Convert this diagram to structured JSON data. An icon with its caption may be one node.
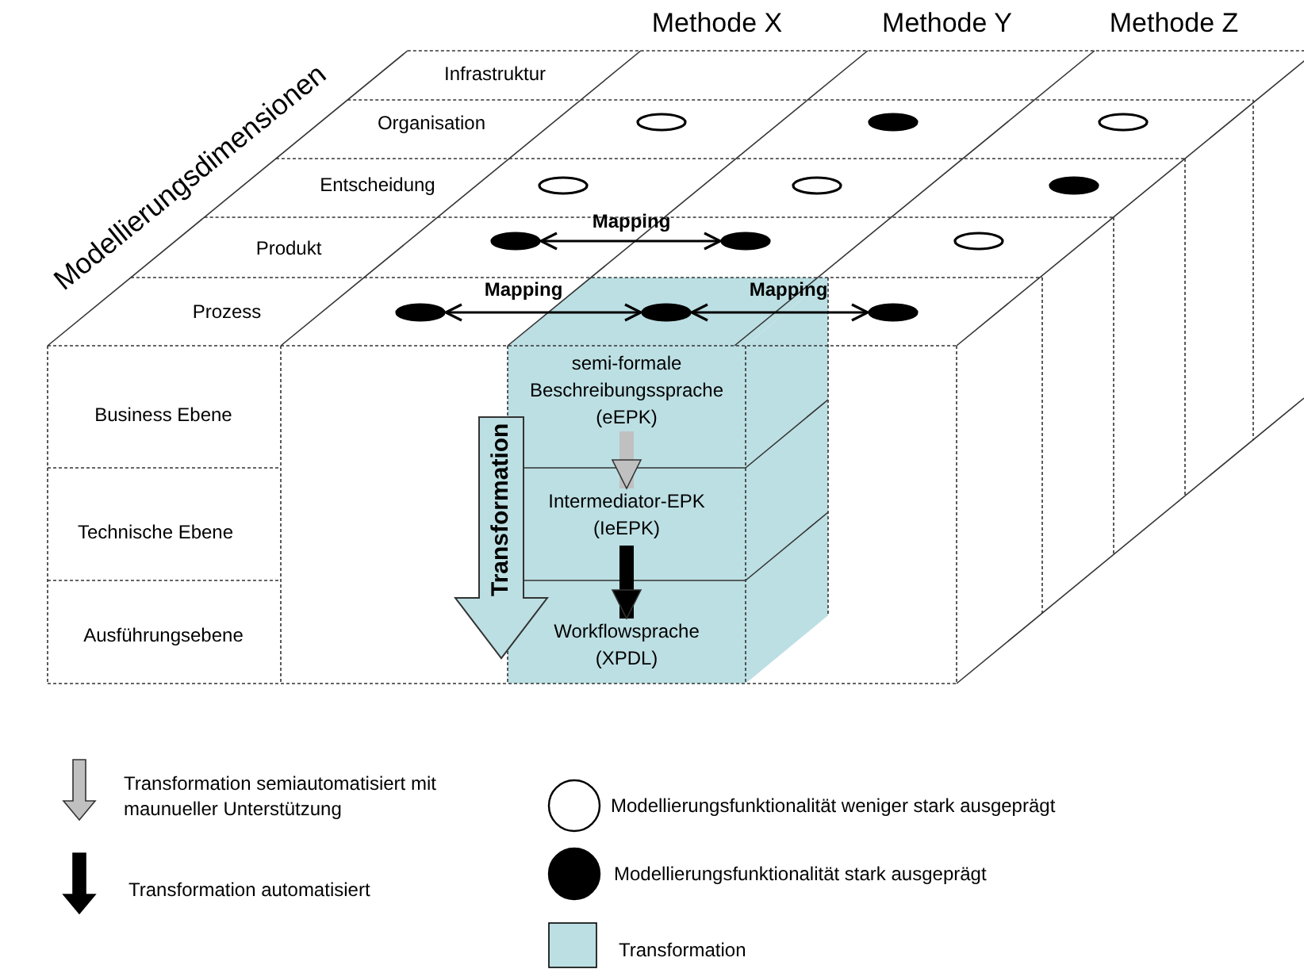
{
  "diagram": {
    "nodes": [
      {
        "text": [],
        "shape": "ellipse"
      },
      {
        "text": [],
        "shape": "dot"
      },
      {
        "text": [],
        "shape": "ellipse"
      },
      {
        "text": [],
        "shape": "ellipse"
      },
      {
        "text": [],
        "shape": "ellipse"
      },
      {
        "text": [],
        "shape": "dot"
      },
      {
        "text": [],
        "shape": "dot"
      },
      {
        "text": [],
        "shape": "dot"
      },
      {
        "text": [],
        "shape": "ellipse"
      },
      {
        "text": [],
        "shape": "dot"
      },
      {
        "text": [],
        "shape": "dot"
      },
      {
        "text": [],
        "shape": "dot"
      },
      {
        "text": [
          "semi-formale Beschreibungssprache (eEPK)"
        ]
      },
      {
        "text": [
          "Transformation"
        ]
      },
      {
        "text": [
          "Intermediator-EPK (IeEPK)"
        ]
      },
      {
        "text": [
          "Workflowsprache (XPDL)"
        ]
      }
    ],
    "edges": [
      {
        "from": 6,
        "to": 7,
        "arrow": "both",
        "label": "Mapping"
      },
      {
        "from": 9,
        "to": 10,
        "arrow": "both",
        "label": "Mapping"
      },
      {
        "from": 10,
        "to": 11,
        "arrow": "both",
        "label": "Mapping"
      },
      {
        "from": 12,
        "to": 14,
        "arrow": "to",
        "style": "thick",
        "color": "#c0c0c0"
      },
      {
        "from": 14,
        "to": 15,
        "arrow": "to",
        "style": "thick"
      }
    ],
    "labels": [
      "Methode X",
      "Methode Y",
      "Methode Z",
      "Modellierungsdimensionen",
      "Infrastruktur",
      "Organisation",
      "Entscheidung",
      "Produkt",
      "Prozess",
      "Business Ebene",
      "Technische Ebene",
      "Ausführungsebene"
    ],
    "legend": [
      {
        "text": "Transformation semiautomatisiert mit maunueller Unterstützung"
      },
      {
        "text": "Transformation automatisiert"
      },
      {
        "text": "Modellierungsfunktionalität weniger stark ausgeprägt"
      },
      {
        "text": "Modellierungsfunktionalität stark ausgeprägt"
      },
      {
        "text": "Transformation",
        "color": "#bcdfe3"
      }
    ]
  }
}
